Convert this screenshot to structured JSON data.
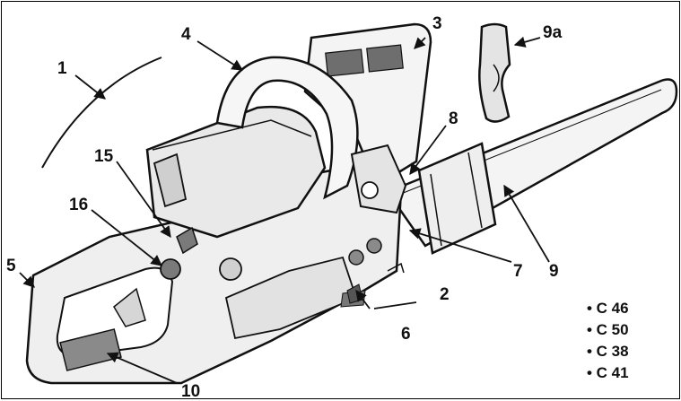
{
  "callouts": [
    {
      "id": "1",
      "label": "1"
    },
    {
      "id": "2",
      "label": "2"
    },
    {
      "id": "3",
      "label": "3"
    },
    {
      "id": "4",
      "label": "4"
    },
    {
      "id": "5",
      "label": "5"
    },
    {
      "id": "6",
      "label": "6"
    },
    {
      "id": "7",
      "label": "7"
    },
    {
      "id": "8",
      "label": "8"
    },
    {
      "id": "9",
      "label": "9"
    },
    {
      "id": "9a",
      "label": "9a"
    },
    {
      "id": "10",
      "label": "10"
    },
    {
      "id": "15",
      "label": "15"
    },
    {
      "id": "16",
      "label": "16"
    }
  ],
  "models": [
    "• C 46",
    "• C 50",
    "• C 38",
    "• C 41"
  ],
  "colors": {
    "line": "#111111",
    "fill_light": "#f2f2f2",
    "fill_mid": "#d0d0d0",
    "fill_dark": "#8a8a8a"
  }
}
